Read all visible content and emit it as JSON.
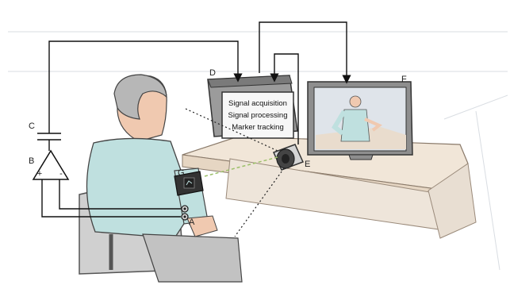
{
  "labels": {
    "a": "A",
    "b": "B",
    "c": "C",
    "d": "D",
    "e": "E",
    "f": "F",
    "g": "G"
  },
  "amplifier": {
    "plus": "+",
    "minus": "-"
  },
  "computer_screen": [
    "Signal acquisition",
    "Signal processing",
    "Marker tracking"
  ],
  "colors": {
    "line": "#111111",
    "laser": "#9cc06a",
    "shirt": "#bfe0df",
    "table": "#f1e6d8",
    "skin": "#f0c9b0",
    "chair": "#c9c9c9"
  }
}
